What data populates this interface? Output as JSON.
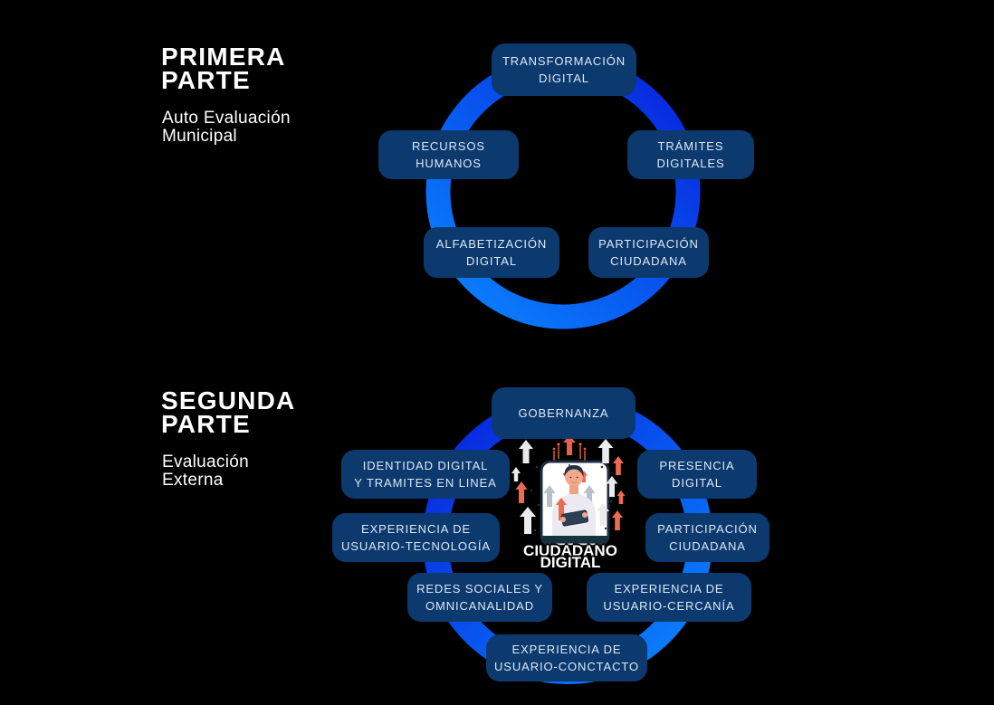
{
  "colors": {
    "background": "#000000",
    "node_fill": "#0d3a6e",
    "node_text": "#dce8f5",
    "heading_text": "#ffffff",
    "ring_bright_blue": "#0a86ff",
    "ring_deep_blue": "#0721dd",
    "arrow_coral": "#ef6a52",
    "arrow_white": "#ebebee",
    "arrow_gray": "#b9bfc8"
  },
  "part1": {
    "heading": "PRIMERA\nPARTE",
    "subheading": "Auto Evaluación\nMunicipal",
    "nodes": [
      "TRANSFORMACIÓN\nDIGITAL",
      "RECURSOS\nHUMANOS",
      "TRÁMITES\nDIGITALES",
      "ALFABETIZACIÓN\nDIGITAL",
      "PARTICIPACIÓN\nCIUDADANA"
    ]
  },
  "part2": {
    "heading": "SEGUNDA\nPARTE",
    "subheading": "Evaluación\nExterna",
    "nodes": [
      "GOBERNANZA",
      "IDENTIDAD DIGITAL\nY TRAMITES EN LINEA",
      "PRESENCIA\nDIGITAL",
      "EXPERIENCIA DE\nUSUARIO-TECNOLOGÍA",
      "PARTICIPACIÓN\nCIUDADANA",
      "REDES SOCIALES Y\nOMNICANALIDAD",
      "EXPERIENCIA DE\nUSUARIO-CERCANÍA",
      "EXPERIENCIA DE\nUSUARIO-CONCTACTO"
    ],
    "center_label": "CIUDADANO\nDIGITAL"
  }
}
